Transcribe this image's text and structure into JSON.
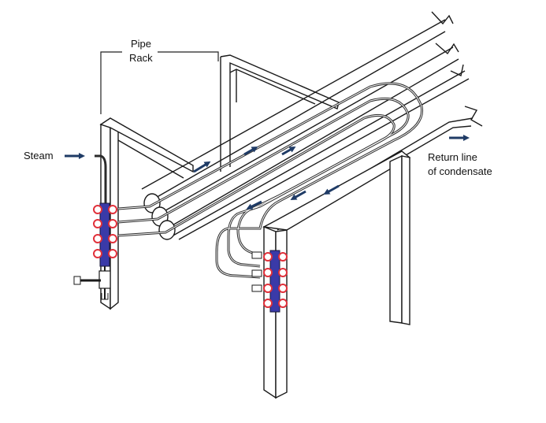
{
  "labels": {
    "pipe_rack_line1": "Pipe",
    "pipe_rack_line2": "Rack",
    "steam": "Steam",
    "return_line1": "Return line",
    "return_line2": "of condensate"
  },
  "colors": {
    "structure": "#1a1a1a",
    "tracer": "#2b2b2b",
    "manifold": "#3a3aa8",
    "valve": "#e0303a",
    "flow_arrow": "#1f3b66"
  }
}
